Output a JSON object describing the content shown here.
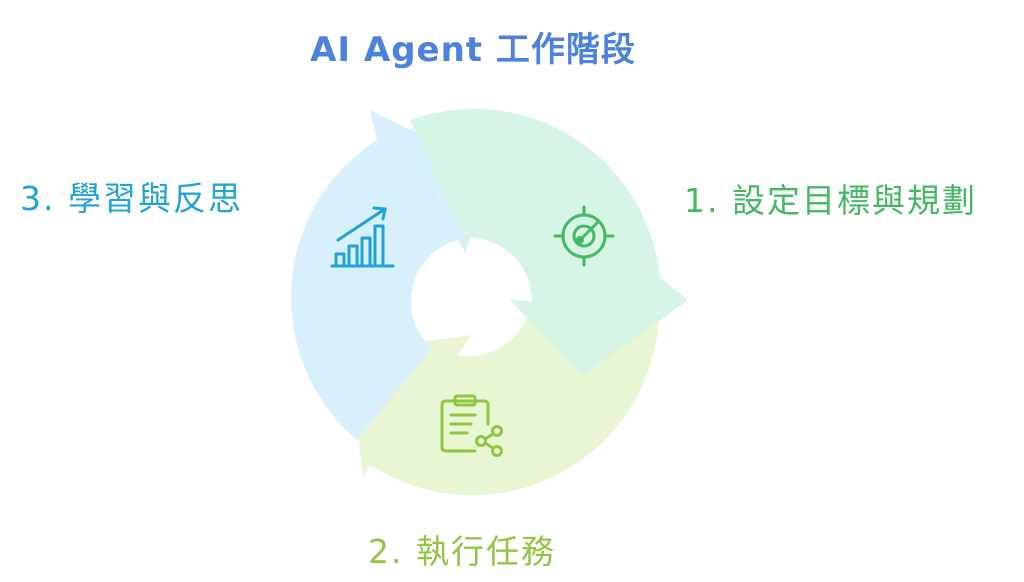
{
  "title": "AI Agent 工作階段",
  "colors": {
    "title": "#4d82dc",
    "stage1_fill": "#d6f5e4",
    "stage1_text": "#45b864",
    "stage2_fill": "#e9f6d3",
    "stage2_text": "#93c544",
    "stage3_fill": "#d7f0fb",
    "stage3_text": "#1fa3d8"
  },
  "stages": [
    {
      "label": "1. 設定目標與規劃",
      "icon": "target-icon"
    },
    {
      "label": "2. 執行任務",
      "icon": "clipboard-share-icon"
    },
    {
      "label": "3. 學習與反思",
      "icon": "growth-chart-icon"
    }
  ]
}
